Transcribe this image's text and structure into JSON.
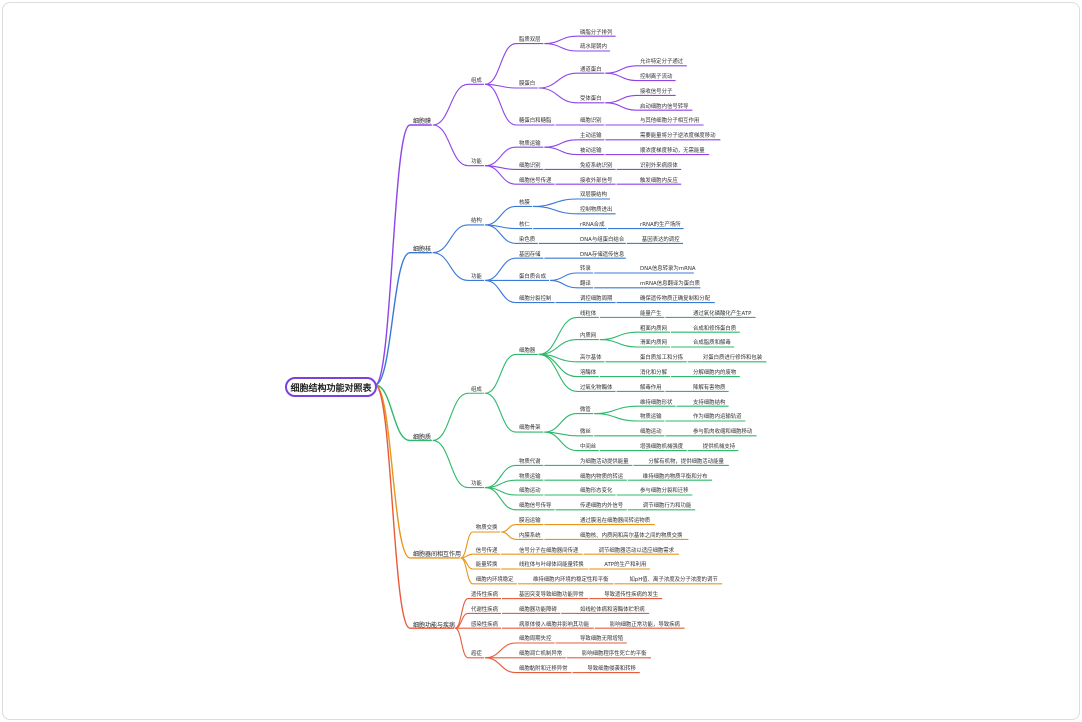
{
  "title": "细胞结构功能对照表",
  "colors": {
    "root_border": "#7b3fe4",
    "branches": [
      "#8e44e8",
      "#3a78d8",
      "#2db86a",
      "#e8951a",
      "#e85a3a"
    ]
  },
  "branches": [
    {
      "label": "细胞膜",
      "children": [
        {
          "label": "组成",
          "children": [
            {
              "label": "脂质双层",
              "children": [
                {
                  "label": "磷脂分子排列"
                },
                {
                  "label": "疏水尾朝内"
                }
              ]
            },
            {
              "label": "膜蛋白",
              "children": [
                {
                  "label": "通道蛋白",
                  "children": [
                    {
                      "label": "允许特定分子通过"
                    },
                    {
                      "label": "控制离子流动"
                    }
                  ]
                },
                {
                  "label": "受体蛋白",
                  "children": [
                    {
                      "label": "接收信号分子"
                    },
                    {
                      "label": "启动细胞内信号转导"
                    }
                  ]
                }
              ]
            },
            {
              "label": "糖蛋白和糖脂",
              "children": [
                {
                  "label": "细胞识别",
                  "children": [
                    {
                      "label": "与其他细胞分子相互作用"
                    }
                  ]
                }
              ]
            }
          ]
        },
        {
          "label": "功能",
          "children": [
            {
              "label": "物质运输",
              "children": [
                {
                  "label": "主动运输",
                  "children": [
                    {
                      "label": "需要能量将分子逆浓度梯度移动"
                    }
                  ]
                },
                {
                  "label": "被动运输",
                  "children": [
                    {
                      "label": "顺浓度梯度移动，无需能量"
                    }
                  ]
                }
              ]
            },
            {
              "label": "细胞识别",
              "children": [
                {
                  "label": "免疫系统识别",
                  "children": [
                    {
                      "label": "识别外来病原体"
                    }
                  ]
                }
              ]
            },
            {
              "label": "细胞信号传递",
              "children": [
                {
                  "label": "接收外部信号",
                  "children": [
                    {
                      "label": "触发细胞内反应"
                    }
                  ]
                }
              ]
            }
          ]
        }
      ]
    },
    {
      "label": "细胞核",
      "children": [
        {
          "label": "结构",
          "children": [
            {
              "label": "核膜",
              "children": [
                {
                  "label": "双层膜结构"
                },
                {
                  "label": "控制物质进出"
                }
              ]
            },
            {
              "label": "核仁",
              "children": [
                {
                  "label": "rRNA合成",
                  "children": [
                    {
                      "label": "rRNA的生产场所"
                    }
                  ]
                }
              ]
            },
            {
              "label": "染色质",
              "children": [
                {
                  "label": "DNA与组蛋白结合",
                  "children": [
                    {
                      "label": "基因表达的调控"
                    }
                  ]
                }
              ]
            }
          ]
        },
        {
          "label": "功能",
          "children": [
            {
              "label": "基因存储",
              "children": [
                {
                  "label": "DNA存储遗传信息"
                }
              ]
            },
            {
              "label": "蛋白质合成",
              "children": [
                {
                  "label": "转录",
                  "children": [
                    {
                      "label": "DNA信息转录为mRNA"
                    }
                  ]
                },
                {
                  "label": "翻译",
                  "children": [
                    {
                      "label": "mRNA信息翻译为蛋白质"
                    }
                  ]
                }
              ]
            },
            {
              "label": "细胞分裂控制",
              "children": [
                {
                  "label": "调控细胞周期",
                  "children": [
                    {
                      "label": "确保遗传物质正确复制和分配"
                    }
                  ]
                }
              ]
            }
          ]
        }
      ]
    },
    {
      "label": "细胞质",
      "children": [
        {
          "label": "组成",
          "children": [
            {
              "label": "细胞器",
              "children": [
                {
                  "label": "线粒体",
                  "children": [
                    {
                      "label": "能量产生",
                      "children": [
                        {
                          "label": "通过氧化磷酸化产生ATP"
                        }
                      ]
                    }
                  ]
                },
                {
                  "label": "内质网",
                  "children": [
                    {
                      "label": "粗面内质网",
                      "children": [
                        {
                          "label": "合成和修饰蛋白质"
                        }
                      ]
                    },
                    {
                      "label": "滑面内质网",
                      "children": [
                        {
                          "label": "合成脂质和解毒"
                        }
                      ]
                    }
                  ]
                },
                {
                  "label": "高尔基体",
                  "children": [
                    {
                      "label": "蛋白质加工和分拣",
                      "children": [
                        {
                          "label": "对蛋白质进行修饰和包装"
                        }
                      ]
                    }
                  ]
                },
                {
                  "label": "溶酶体",
                  "children": [
                    {
                      "label": "消化和分解",
                      "children": [
                        {
                          "label": "分解细胞内的废物"
                        }
                      ]
                    }
                  ]
                },
                {
                  "label": "过氧化物酶体",
                  "children": [
                    {
                      "label": "解毒作用",
                      "children": [
                        {
                          "label": "降解有害物质"
                        }
                      ]
                    }
                  ]
                }
              ]
            },
            {
              "label": "细胞骨架",
              "children": [
                {
                  "label": "微管",
                  "children": [
                    {
                      "label": "维持细胞形状",
                      "children": [
                        {
                          "label": "支持细胞结构"
                        }
                      ]
                    },
                    {
                      "label": "物质运输",
                      "children": [
                        {
                          "label": "作为细胞内运输轨道"
                        }
                      ]
                    }
                  ]
                },
                {
                  "label": "微丝",
                  "children": [
                    {
                      "label": "细胞运动",
                      "children": [
                        {
                          "label": "参与肌肉收缩和细胞移动"
                        }
                      ]
                    }
                  ]
                },
                {
                  "label": "中间丝",
                  "children": [
                    {
                      "label": "增强细胞机械强度",
                      "children": [
                        {
                          "label": "提供机械支持"
                        }
                      ]
                    }
                  ]
                }
              ]
            }
          ]
        },
        {
          "label": "功能",
          "children": [
            {
              "label": "物质代谢",
              "children": [
                {
                  "label": "为细胞活动提供能量",
                  "children": [
                    {
                      "label": "分解有机物，提供细胞活动能量"
                    }
                  ]
                }
              ]
            },
            {
              "label": "物质运输",
              "children": [
                {
                  "label": "细胞内物质的转运",
                  "children": [
                    {
                      "label": "维持细胞内物质平衡和分布"
                    }
                  ]
                }
              ]
            },
            {
              "label": "细胞运动",
              "children": [
                {
                  "label": "细胞形态变化",
                  "children": [
                    {
                      "label": "参与细胞分裂和迁移"
                    }
                  ]
                }
              ]
            },
            {
              "label": "细胞信号传导",
              "children": [
                {
                  "label": "传递细胞内外信号",
                  "children": [
                    {
                      "label": "调节细胞行为和功能"
                    }
                  ]
                }
              ]
            }
          ]
        }
      ]
    },
    {
      "label": "细胞器间相互作用",
      "children": [
        {
          "label": "物质交换",
          "children": [
            {
              "label": "膜泡运输",
              "children": [
                {
                  "label": "通过膜泡在细胞器间转运物质"
                }
              ]
            },
            {
              "label": "内膜系统",
              "children": [
                {
                  "label": "细胞核、内质网和高尔基体之间的物质交换"
                }
              ]
            }
          ]
        },
        {
          "label": "信号传递",
          "children": [
            {
              "label": "信号分子在细胞器间传递",
              "children": [
                {
                  "label": "调节细胞器活动以适应细胞需求"
                }
              ]
            }
          ]
        },
        {
          "label": "能量转换",
          "children": [
            {
              "label": "线粒体与叶绿体间能量转换",
              "children": [
                {
                  "label": "ATP的生产和利用"
                }
              ]
            }
          ]
        },
        {
          "label": "细胞内环境稳定",
          "children": [
            {
              "label": "维持细胞内环境的稳定性和平衡",
              "children": [
                {
                  "label": "如pH值、离子浓度及分子浓度的调节"
                }
              ]
            }
          ]
        }
      ]
    },
    {
      "label": "细胞功能与疾病",
      "children": [
        {
          "label": "遗传性疾病",
          "children": [
            {
              "label": "基因突变导致细胞功能异常",
              "children": [
                {
                  "label": "导致遗传性疾病的发生"
                }
              ]
            }
          ]
        },
        {
          "label": "代谢性疾病",
          "children": [
            {
              "label": "细胞器功能障碍",
              "children": [
                {
                  "label": "如线粒体病和溶酶体贮积病"
                }
              ]
            }
          ]
        },
        {
          "label": "感染性疾病",
          "children": [
            {
              "label": "病原体侵入细胞并影响其功能",
              "children": [
                {
                  "label": "影响细胞正常功能，导致疾病"
                }
              ]
            }
          ]
        },
        {
          "label": "癌症",
          "children": [
            {
              "label": "细胞周期失控",
              "children": [
                {
                  "label": "导致细胞无限增殖"
                }
              ]
            },
            {
              "label": "细胞凋亡机制异常",
              "children": [
                {
                  "label": "影响细胞程序性死亡的平衡"
                }
              ]
            },
            {
              "label": "细胞黏附和迁移异常",
              "children": [
                {
                  "label": "导致细胞侵袭和转移"
                }
              ]
            }
          ]
        }
      ]
    }
  ]
}
